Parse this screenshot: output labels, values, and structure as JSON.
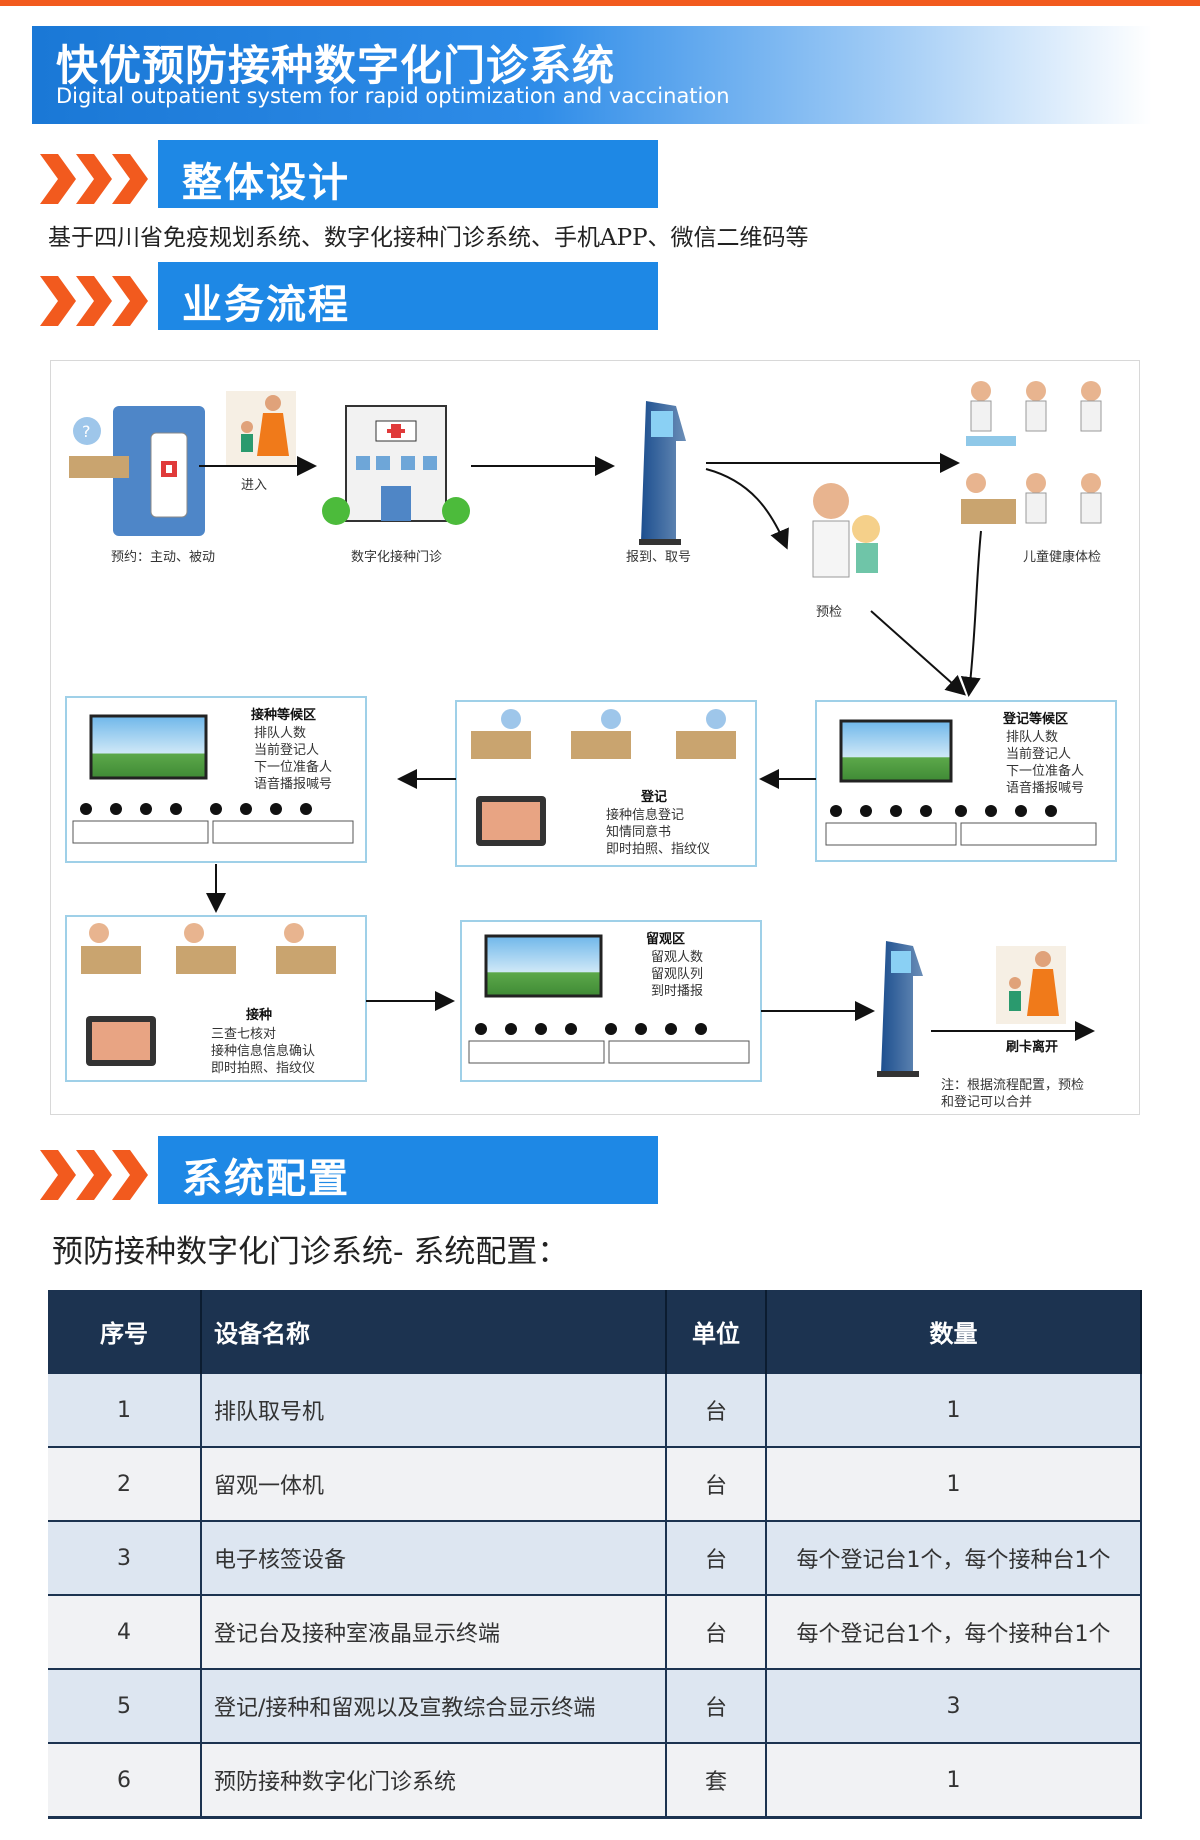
{
  "banner": {
    "title": "快优预防接种数字化门诊系统",
    "subtitle": "Digital outpatient system for rapid optimization and vaccination"
  },
  "sections": {
    "design": "整体设计",
    "flow": "业务流程",
    "config": "系统配置"
  },
  "intro_text": "基于四川省免疫规划系统、数字化接种门诊系统、手机APP、微信二维码等",
  "diagram": {
    "appointment": "预约：主动、被动",
    "enter": "进入",
    "clinic": "数字化接种门诊",
    "checkin": "报到、取号",
    "precheck": "预检",
    "child_exam": "儿童健康体检",
    "reg_wait": {
      "title": "登记等候区",
      "items": [
        "排队人数",
        "当前登记人",
        "下一位准备人",
        "语音播报喊号"
      ]
    },
    "register": {
      "title": "登记",
      "items": [
        "接种信息登记",
        "知情同意书",
        "即时拍照、指纹仪"
      ]
    },
    "vac_wait": {
      "title": "接种等候区",
      "items": [
        "排队人数",
        "当前登记人",
        "下一位准备人",
        "语音播报喊号"
      ]
    },
    "vaccinate": {
      "title": "接种",
      "items": [
        "三查七核对",
        "接种信息信息确认",
        "即时拍照、指纹仪"
      ]
    },
    "observe": {
      "title": "留观区",
      "items": [
        "留观人数",
        "留观队列",
        "到时播报"
      ]
    },
    "leave": "刷卡离开",
    "note_line1": "注：根据流程配置，预检",
    "note_line2": "和登记可以合并"
  },
  "config_caption": "预防接种数字化门诊系统- 系统配置：",
  "table": {
    "headers": [
      "序号",
      "设备名称",
      "单位",
      "数量"
    ],
    "rows": [
      [
        "1",
        "排队取号机",
        "台",
        "1"
      ],
      [
        "2",
        "留观一体机",
        "台",
        "1"
      ],
      [
        "3",
        "电子核签设备",
        "台",
        "每个登记台1个，每个接种台1个"
      ],
      [
        "4",
        "登记台及接种室液晶显示终端",
        "台",
        "每个登记台1个，每个接种台1个"
      ],
      [
        "5",
        "登记/接种和留观以及宣教综合显示终端",
        "台",
        "3"
      ],
      [
        "6",
        "预防接种数字化门诊系统",
        "套",
        "1"
      ]
    ]
  },
  "colors": {
    "orange": "#f25a1e",
    "blue": "#1e88e5",
    "navy": "#1c3350",
    "row_odd": "#dde6f1",
    "row_even": "#f1f2f4"
  }
}
